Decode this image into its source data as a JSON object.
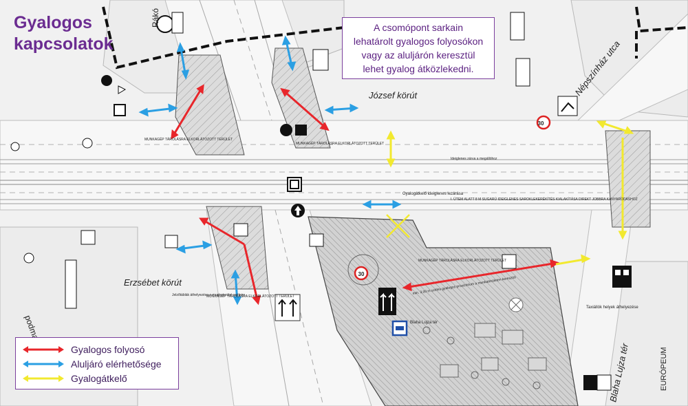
{
  "title": {
    "line1": "Gyalogos",
    "line2": "kapcsolatok"
  },
  "callout": {
    "lines": [
      "A csomópont sarkain",
      "lehatárolt gyalogos folyosókon",
      "vagy az aluljárón keresztül",
      "lehet gyalog átközlekedni."
    ]
  },
  "legend": {
    "items": [
      {
        "label": "Gyalogos folyosó",
        "color": "#e8262b"
      },
      {
        "label": "Aluljáró elérhetősége",
        "color": "#2b9fe3"
      },
      {
        "label": "Gyalogátkelő",
        "color": "#f2e92f"
      }
    ]
  },
  "map_labels": {
    "jozsef_korut": "József körút",
    "erzsebet_korut": "Erzsébet körút",
    "nepszinhaz_utca": "Népszínház utca",
    "blaha_lujza_ter": "Blaha Lujza tér",
    "europeum": "EURÓPEUM",
    "rakoczi": "Rákó",
    "gyalogatkelo_lezaras": "Gyalogátkelő ideiglenes lezárása",
    "utem_note": "I. ÜTEM ALATT 8 M SUGARÚ IDEIGLENES SAROKLEKERÉKÍTÉS KIALAKÍTÁSA DIREKT JOBBRA KANYARODÁSHOZ",
    "munkagep_1": "MUNKAGÉP TÁROLÁSRA ELKORLÁTOZOTT TERÜLET",
    "munkagep_2": "MUNKAGÉP TÁROLÁSRA ELKORLÁTOZOTT TERÜLET",
    "munkagep_3": "MUNKAGÉP TÁROLÁSRA ELKORLÁTOZOTT TERÜLET",
    "munkagep_4": "MUNKAGÉP TÁROLÁSRA ELKORLÁTOZOTT TERÜLET",
    "ideiglenes_zarva": "Ideiglenes zárva a megállóhoz",
    "jelzotablak": "Jelzőtáblák áthelyezése a munkaterület széleire",
    "min_szelesseg": "min. 3,00 m széles gyalogos provizórium a munkaterületen keresztül",
    "taxi": "Taxiállók helyek áthelyezése",
    "blaha_note": "Blaha Lujza tér",
    "podmaniczky": "podmanic",
    "speed": "30"
  }
}
